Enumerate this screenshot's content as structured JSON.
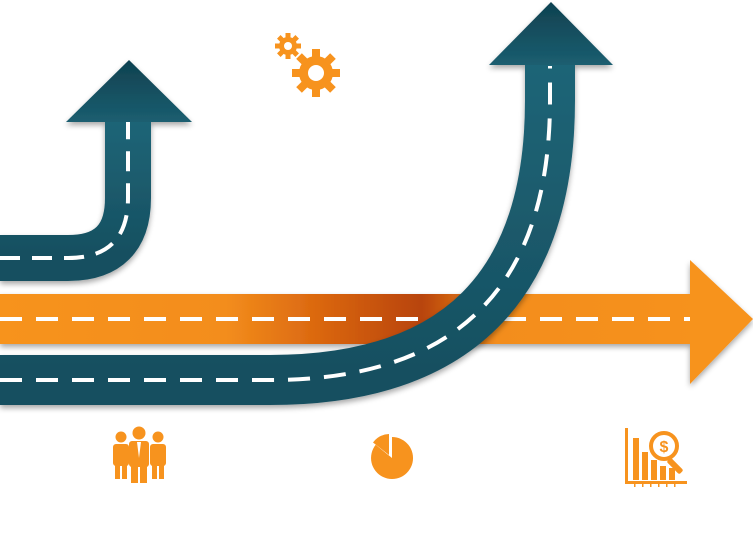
{
  "colors": {
    "teal_dark": "#0f4150",
    "teal": "#1b5e70",
    "teal_light": "#2b7384",
    "orange": "#f7931e",
    "orange_dark": "#b8440b",
    "lane_marking": "#ffffff"
  },
  "roads": [
    {
      "name": "short-teal-road",
      "color": "teal",
      "direction": "up"
    },
    {
      "name": "long-teal-road",
      "color": "teal",
      "direction": "up"
    },
    {
      "name": "orange-road",
      "color": "orange",
      "direction": "right"
    }
  ],
  "icons": [
    {
      "name": "gears-icon",
      "color": "orange"
    },
    {
      "name": "team-icon",
      "color": "orange"
    },
    {
      "name": "pie-chart-icon",
      "color": "orange"
    },
    {
      "name": "financial-analysis-icon",
      "color": "orange"
    }
  ]
}
